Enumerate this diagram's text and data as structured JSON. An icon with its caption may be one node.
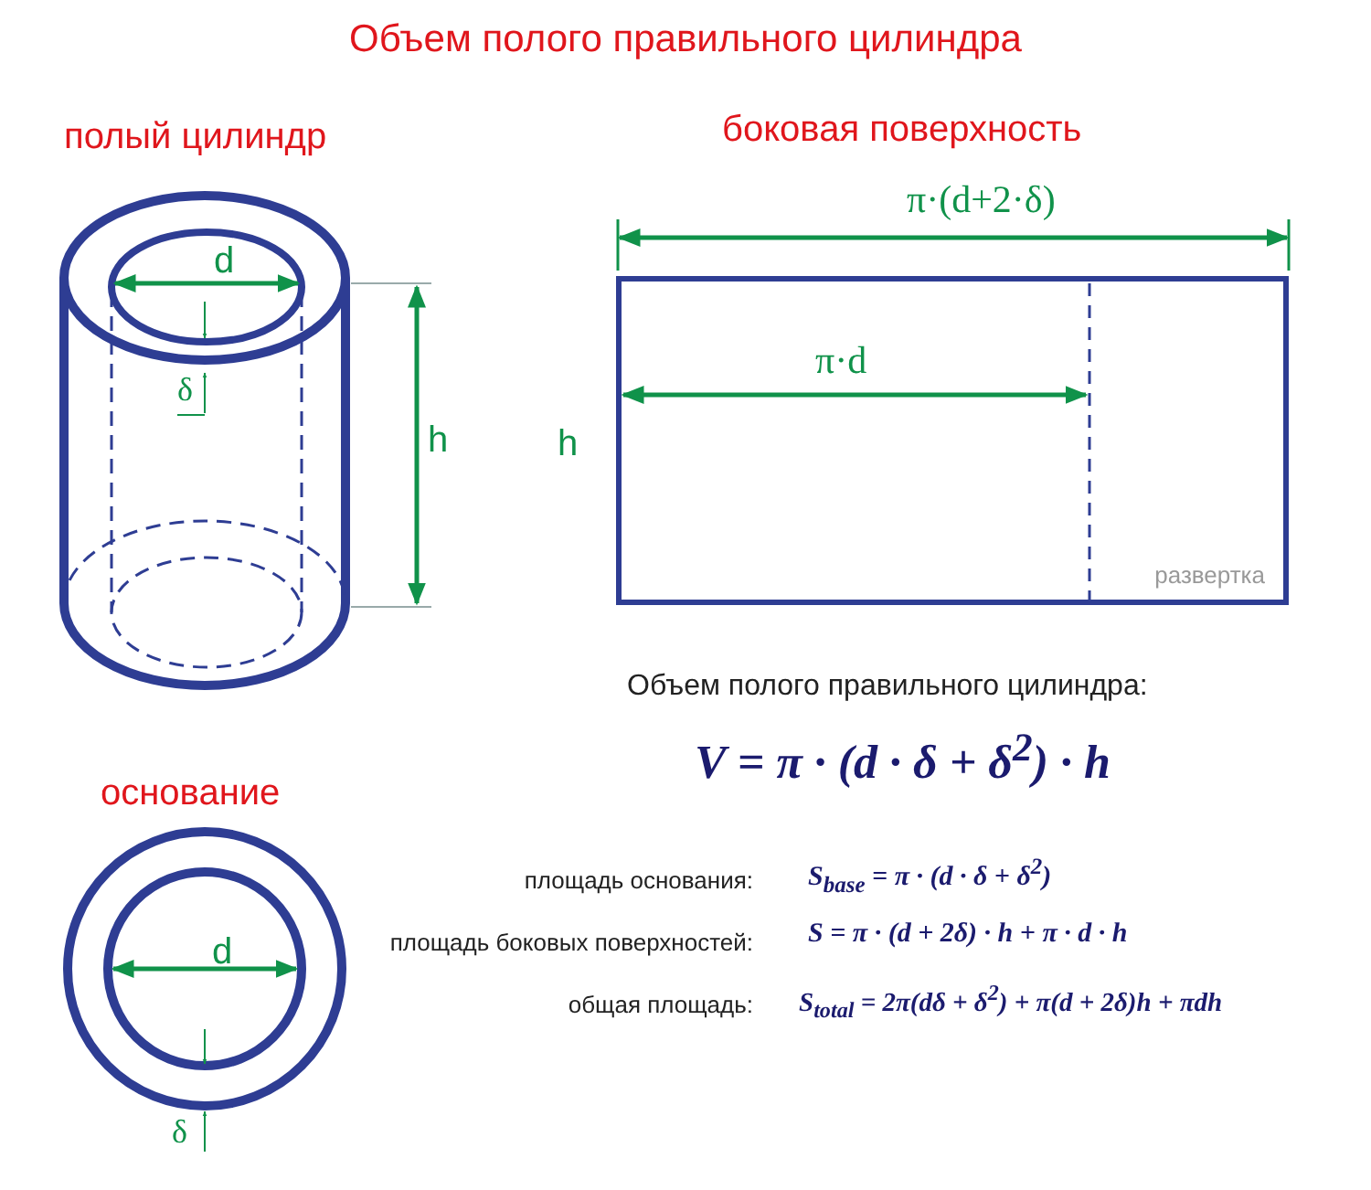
{
  "diagram": {
    "title": "Объем полого правильного цилиндра",
    "nodes": [
      {
        "text": [
          "развертка"
        ]
      }
    ],
    "labels": [
      "полый цилиндр",
      "боковая поверхность",
      "π·(d+2·δ)",
      "d",
      "π·d",
      "δ",
      "h",
      "h",
      "Объем полого правильного цилиндра:",
      "V = π · (d · δ + δ$^{2}$) · h",
      "основание",
      "площадь основания:",
      "S$_{base}$ = π · (d · δ + δ$^{2}$)",
      "площадь боковых поверхностей:",
      "S = π · (d + 2δ) · h + π · d · h",
      "общая площадь:",
      "S$_{total}$ = 2π(dδ + δ$^{2}$) + π(d + 2δ)h + πdh",
      "d",
      "δ"
    ]
  }
}
